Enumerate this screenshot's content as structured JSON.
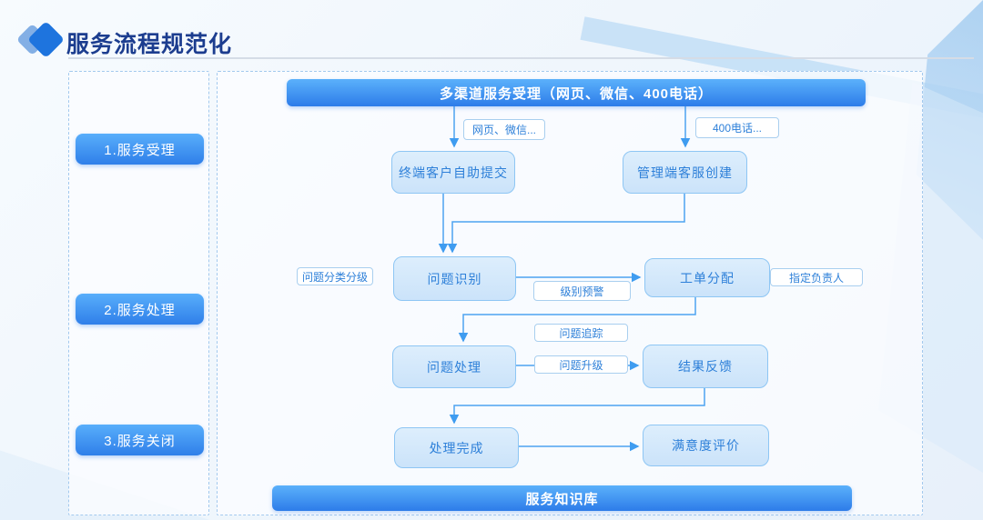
{
  "header": {
    "title": "服务流程规范化"
  },
  "sidebar": {
    "stages": [
      "1.服务受理",
      "2.服务处理",
      "3.服务关闭"
    ]
  },
  "flow": {
    "top_banner": "多渠道服务受理（网页、微信、400电话）",
    "bottom_banner": "服务知识库",
    "nodes": {
      "terminal_submit": "终端客户自助提交",
      "admin_create": "管理端客服创建",
      "issue_identify": "问题识别",
      "ticket_assign": "工单分配",
      "issue_handle": "问题处理",
      "result_feedback": "结果反馈",
      "handle_complete": "处理完成",
      "satisfaction": "满意度评价"
    },
    "tags": {
      "web_wechat": "网页、微信...",
      "phone_400": "400电话...",
      "classify": "问题分类分级",
      "level_warning": "级别预警",
      "assign_owner": "指定负责人",
      "issue_track": "问题追踪",
      "issue_escalate": "问题升级"
    }
  },
  "colors": {
    "accent_gradient_top": "#5bb1fb",
    "accent_gradient_bottom": "#2d7ce9",
    "node_fill": "#d3e8fb",
    "node_border": "#8ec6f4",
    "node_text": "#2e80d9",
    "title_text": "#1c3d8f",
    "connector": "#4da3f0"
  }
}
